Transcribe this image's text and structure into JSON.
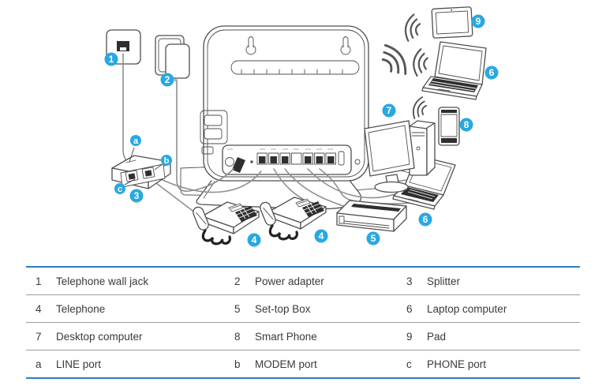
{
  "colors": {
    "badge": "#29a8e1",
    "table_border": "#2e7cba",
    "divider": "#9c9c9c",
    "art": "#4f4f4f",
    "art_dark": "#2f2f2f",
    "cable": "#8f8f8f",
    "text": "#3a3a3a",
    "bg": "#ffffff"
  },
  "badges": {
    "1": "1",
    "2": "2",
    "3": "3",
    "4": "4",
    "5": "5",
    "6": "6",
    "7": "7",
    "8": "8",
    "9": "9",
    "a": "a",
    "b": "b",
    "c": "c"
  },
  "table": {
    "rows": [
      [
        {
          "key": "1",
          "label": "Telephone wall jack"
        },
        {
          "key": "2",
          "label": "Power adapter"
        },
        {
          "key": "3",
          "label": "Splitter"
        }
      ],
      [
        {
          "key": "4",
          "label": "Telephone"
        },
        {
          "key": "5",
          "label": "Set-top Box"
        },
        {
          "key": "6",
          "label": "Laptop computer"
        }
      ],
      [
        {
          "key": "7",
          "label": "Desktop computer"
        },
        {
          "key": "8",
          "label": "Smart Phone"
        },
        {
          "key": "9",
          "label": "Pad"
        }
      ],
      [
        {
          "key": "a",
          "label": "LINE port"
        },
        {
          "key": "b",
          "label": "MODEM port"
        },
        {
          "key": "c",
          "label": "PHONE port"
        }
      ]
    ]
  }
}
